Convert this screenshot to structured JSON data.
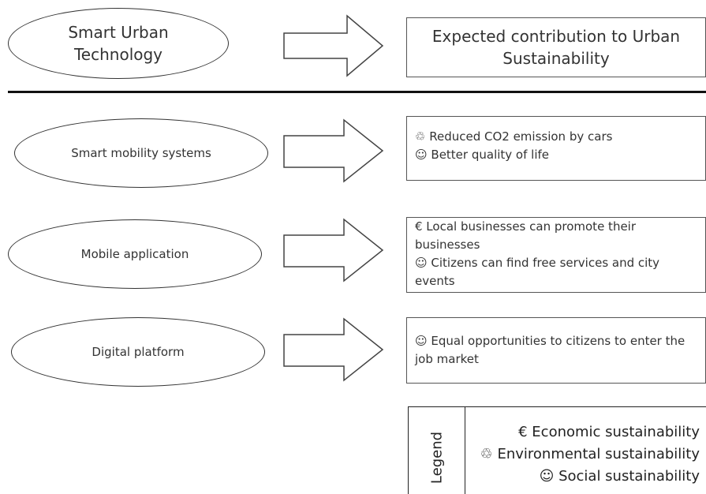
{
  "header": {
    "technology_title": "Smart Urban\nTechnology",
    "contribution_title": "Expected contribution to Urban Sustainability"
  },
  "rows": [
    {
      "technology": "Smart mobility systems",
      "contributions": [
        "♲ Reduced CO2 emission by cars",
        "☺ Better quality of life"
      ]
    },
    {
      "technology": "Mobile application",
      "contributions": [
        "€ Local businesses can promote their businesses",
        "☺ Citizens can find free services and city events"
      ]
    },
    {
      "technology": "Digital platform",
      "contributions": [
        "☺ Equal opportunities to citizens  to enter the job market"
      ]
    }
  ],
  "legend": {
    "title": "Legend",
    "items": [
      "€ Economic sustainability",
      "♲ Environmental sustainability",
      "☺ Social sustainability"
    ]
  },
  "colors": {
    "outline": "#333333",
    "divider": "#111111",
    "background": "#ffffff"
  }
}
